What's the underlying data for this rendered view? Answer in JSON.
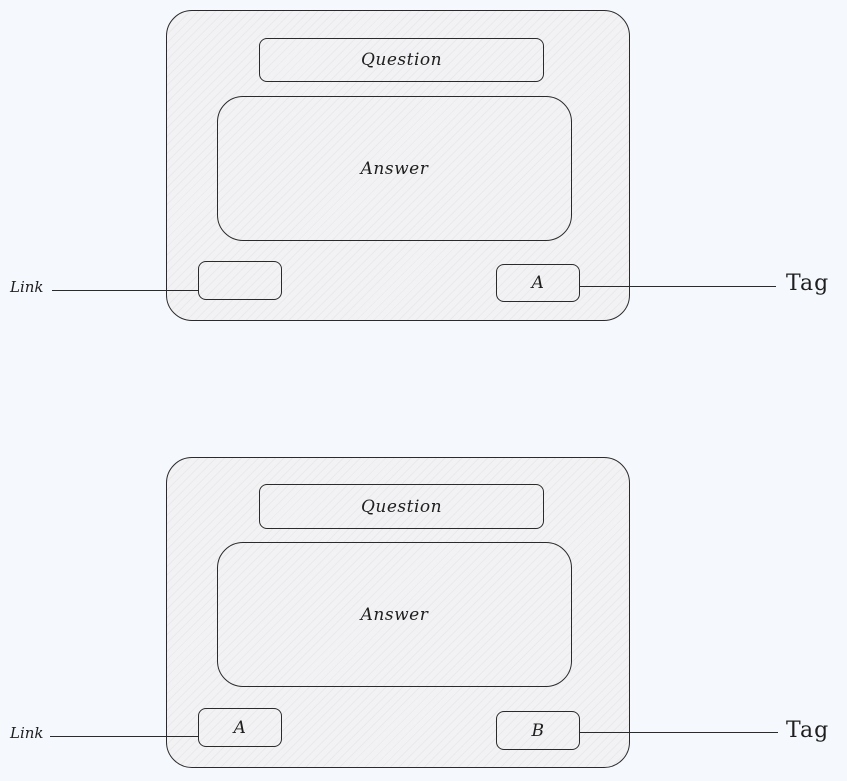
{
  "cards": [
    {
      "question_label": "Question",
      "answer_label": "Answer",
      "link_box_text": "",
      "tag_box_text": "A",
      "link_annotation": "Link",
      "tag_annotation": "Tag"
    },
    {
      "question_label": "Question",
      "answer_label": "Answer",
      "link_box_text": "A",
      "tag_box_text": "B",
      "link_annotation": "Link",
      "tag_annotation": "Tag"
    }
  ],
  "colors": {
    "background": "#f5f9fd",
    "stroke": "#2b2b2b",
    "fill": "#f2f2f4"
  }
}
